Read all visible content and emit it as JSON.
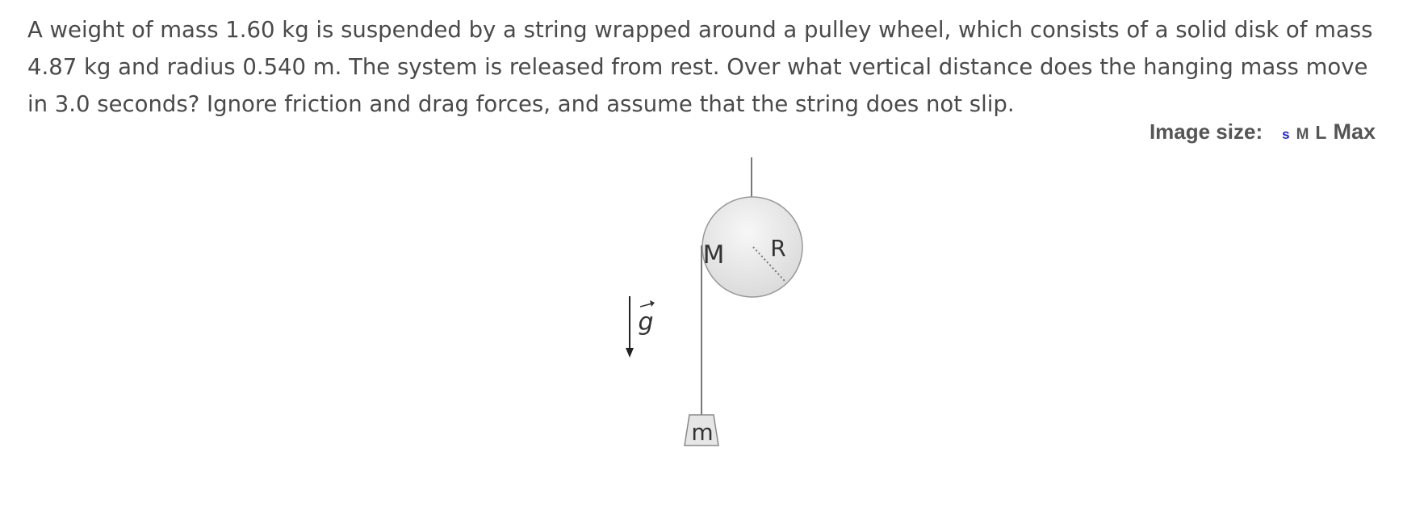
{
  "question": {
    "text": "A weight of mass 1.60 kg is suspended by a string wrapped around a pulley wheel, which consists of a solid disk of mass 4.87 kg and radius 0.540 m. The system is released from rest. Over what vertical distance does the hanging mass move in 3.0 seconds?  Ignore friction and drag forces, and assume that the string does not slip."
  },
  "image_size": {
    "label": "Image size:",
    "options": [
      "s",
      "M",
      "L",
      "Max"
    ],
    "selected": "s"
  },
  "figure": {
    "disk_label": "M",
    "radius_label": "R",
    "mass_label": "m",
    "gravity_label": "g",
    "colors": {
      "disk_fill": "#d9d9d9",
      "block_fill": "#e6e6e6",
      "string": "#777777"
    }
  }
}
